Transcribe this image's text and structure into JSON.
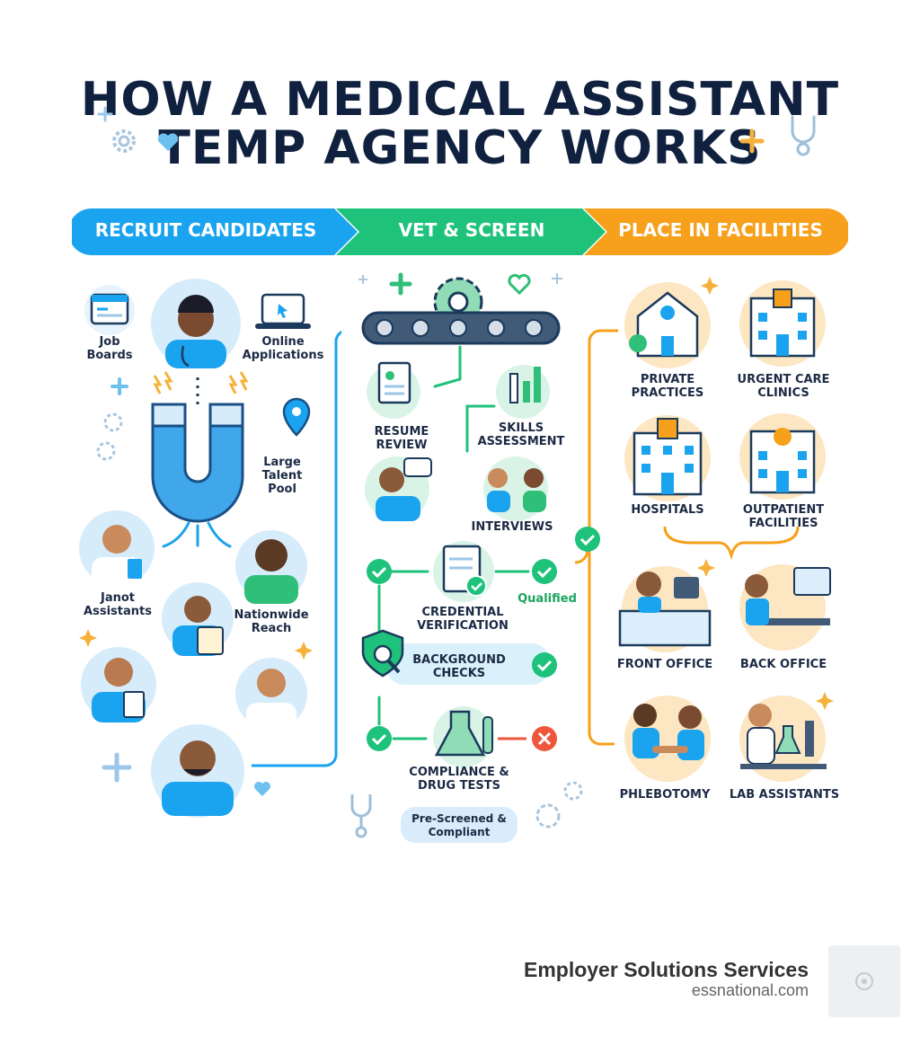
{
  "title": {
    "line1": "HOW A MEDICAL ASSISTANT",
    "line2": "TEMP AGENCY WORKS"
  },
  "stages": [
    {
      "label": "RECRUIT CANDIDATES",
      "color": "#1aa3ee"
    },
    {
      "label": "VET & SCREEN",
      "color": "#1fc27a"
    },
    {
      "label": "PLACE IN FACILITIES",
      "color": "#f6a01b"
    }
  ],
  "recruit": {
    "job_boards": "Job Boards",
    "online_applications": "Online Applications",
    "large_talent_pool": "Large Talent Pool",
    "janot_assistants": "Janot Assistants",
    "nationwide_reach": "Nationwide Reach"
  },
  "vet": {
    "resume_review": "RESUME REVIEW",
    "skills_assessment": "SKILLS ASSESSMENT",
    "interviews": "INTERVIEWS",
    "credential_verification": "CREDENTIAL VERIFICATION",
    "qualified": "Qualified",
    "background_checks": "BACKGROUND CHECKS",
    "compliance_drug_tests": "COMPLIANCE & DRUG TESTS",
    "pre_screened": "Pre-Screened & Compliant"
  },
  "place": {
    "private_practices": "PRIVATE PRACTICES",
    "urgent_care": "URGENT CARE CLINICS",
    "hospitals": "HOSPITALS",
    "outpatient": "OUTPATIENT FACILITIES",
    "front_office": "FRONT OFFICE",
    "back_office": "BACK OFFICE",
    "phlebotomy": "PHLEBOTOMY",
    "lab_assistants": "LAB ASSISTANTS"
  },
  "footer": {
    "company": "Employer Solutions Services",
    "url": "essnational.com"
  },
  "colors": {
    "blue": "#1aa3ee",
    "green": "#1fc27a",
    "orange": "#f6a01b",
    "navy": "#10213f",
    "red": "#f0563c"
  }
}
